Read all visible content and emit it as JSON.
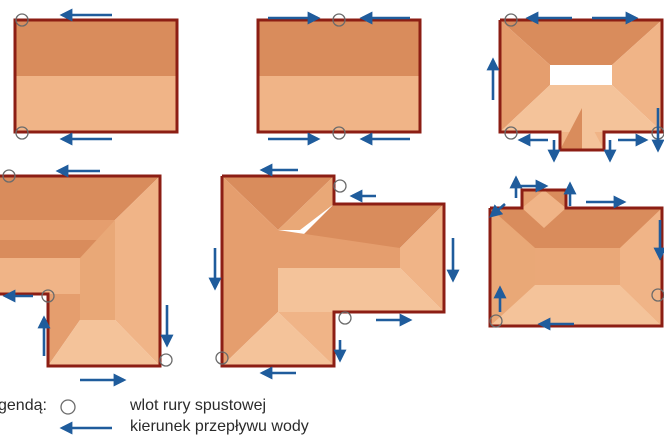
{
  "legend": {
    "title": "gendą:",
    "inlet_label": "wlot rury spustowej",
    "flow_label": "kierunek przepływu wody"
  },
  "colors": {
    "roof_dark": "#d98c5c",
    "roof_mid": "#e59e6e",
    "roof_light": "#f0b487",
    "roof_lightest": "#f4c39a",
    "outline": "#8c1e14",
    "arrow": "#1f5c9c",
    "inlet_circle": "#6b6b6b"
  },
  "icons": [
    "downpipe-inlet-icon",
    "flow-arrow-icon"
  ]
}
